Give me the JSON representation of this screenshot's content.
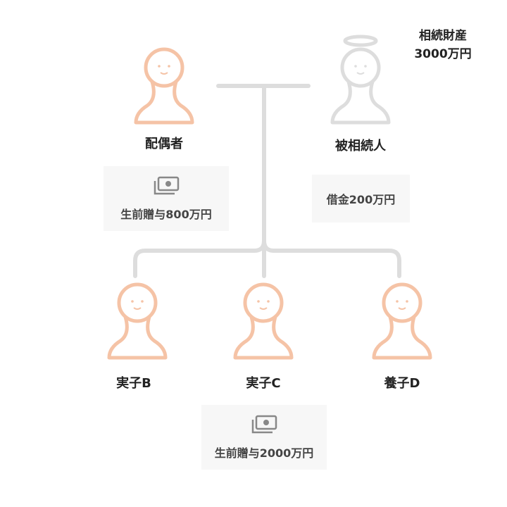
{
  "estate": {
    "line1": "相続財産",
    "line2": "3000万円"
  },
  "people": {
    "spouse": "配偶者",
    "deceased": "被相続人",
    "child_b": "実子B",
    "child_c": "実子C",
    "adopted_d": "養子D"
  },
  "notes": {
    "spouse_gift": "生前贈与800万円",
    "deceased_debt": "借金200万円",
    "child_c_gift": "生前贈与2000万円"
  },
  "icons": {
    "person": "person-icon",
    "deceased": "angel-person-icon",
    "money": "money-icon"
  },
  "colors": {
    "person_stroke": "#f5c3a6",
    "deceased_stroke": "#dddddd",
    "line": "#dddddd",
    "box_bg": "#f7f7f7",
    "icon": "#888888"
  }
}
